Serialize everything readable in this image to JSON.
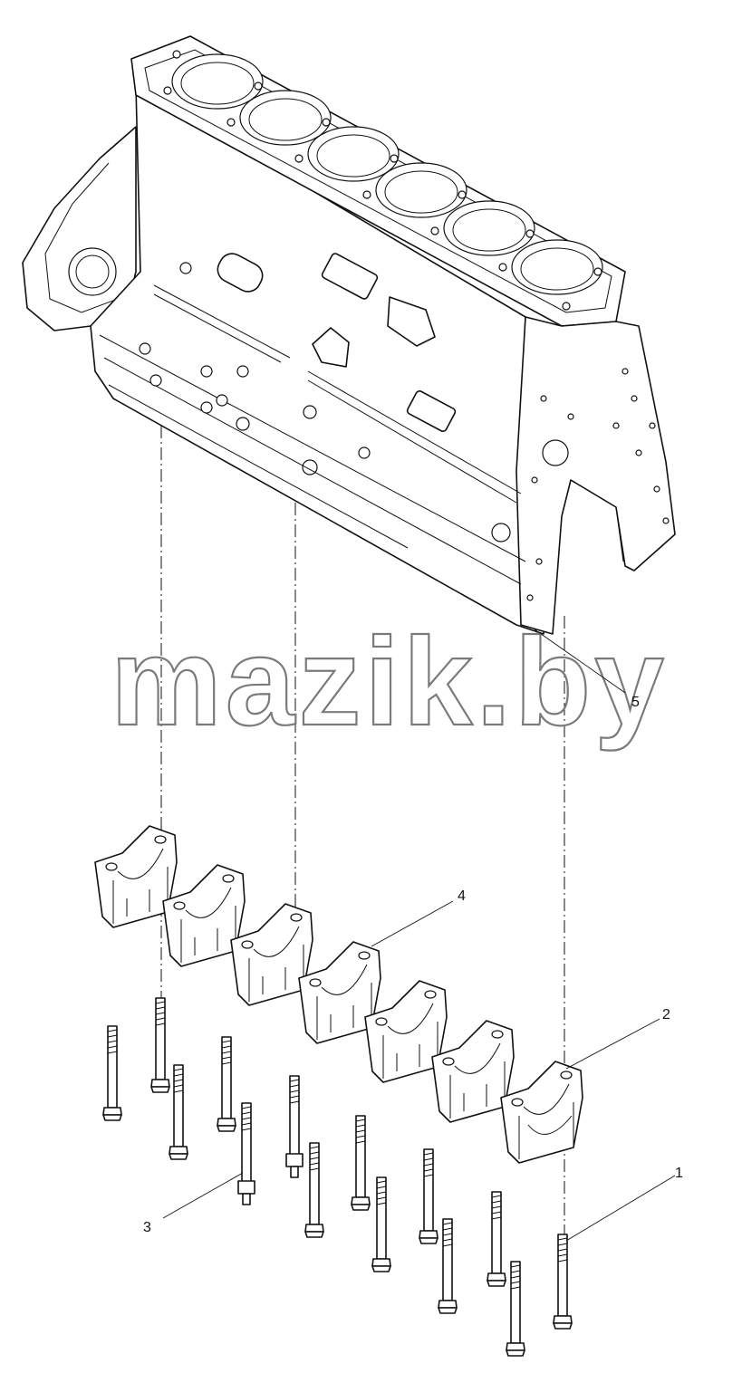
{
  "watermark": "mazik.by",
  "callouts": [
    {
      "id": "1",
      "label": "1"
    },
    {
      "id": "2",
      "label": "2"
    },
    {
      "id": "3",
      "label": "3"
    },
    {
      "id": "4",
      "label": "4"
    },
    {
      "id": "5",
      "label": "5"
    }
  ]
}
